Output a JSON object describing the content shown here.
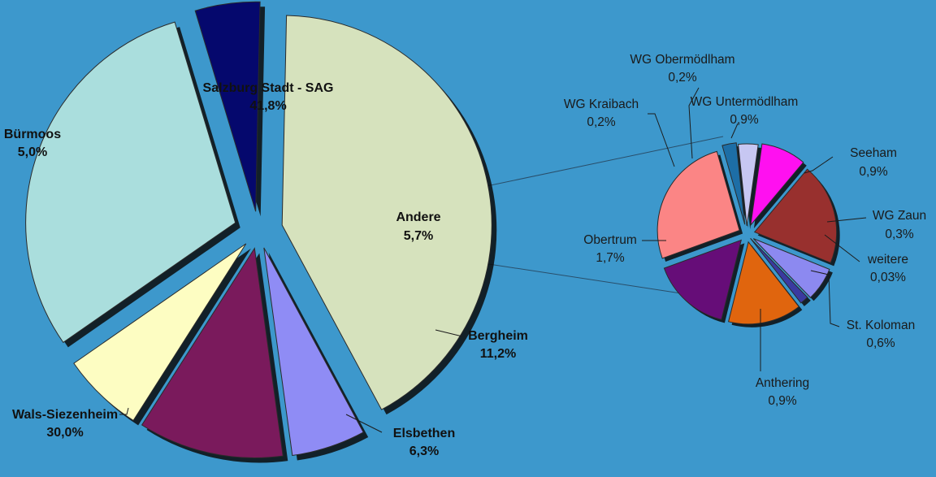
{
  "chart_data": [
    {
      "type": "pie",
      "slices": [
        {
          "name": "Salzburg Stadt - SAG",
          "value_label": "41,8%",
          "value": 41.8,
          "color": "#d6e2bd"
        },
        {
          "name": "Andere",
          "value_label": "5,7%",
          "value": 5.7,
          "color": "#8f8cf5"
        },
        {
          "name": "Bergheim",
          "value_label": "11,2%",
          "value": 11.2,
          "color": "#7a1a5c"
        },
        {
          "name": "Elsbethen",
          "value_label": "6,3%",
          "value": 6.3,
          "color": "#fdfdc2"
        },
        {
          "name": "Wals-Siezenheim",
          "value_label": "30,0%",
          "value": 30.0,
          "color": "#aadedd"
        },
        {
          "name": "Bürmoos",
          "value_label": "5,0%",
          "value": 5.0,
          "color": "#05086d"
        }
      ]
    },
    {
      "type": "pie",
      "slices": [
        {
          "name": "Seeham",
          "value_label": "0,9%",
          "value": 0.9,
          "color": "#98302e"
        },
        {
          "name": "WG Zaun",
          "value_label": "0,3%",
          "value": 0.3,
          "color": "#8c89f0"
        },
        {
          "name": "weitere",
          "value_label": "0,03%",
          "value": 0.03,
          "color": "#3a3aa0"
        },
        {
          "name": "St. Koloman",
          "value_label": "0,6%",
          "value": 0.6,
          "color": "#e0650e"
        },
        {
          "name": "Anthering",
          "value_label": "0,9%",
          "value": 0.9,
          "color": "#660d78"
        },
        {
          "name": "Obertrum",
          "value_label": "1,7%",
          "value": 1.7,
          "color": "#fb8585"
        },
        {
          "name": "WG Kraibach",
          "value_label": "0,2%",
          "value": 0.2,
          "color": "#1d6ea6"
        },
        {
          "name": "WG Obermödlham",
          "value_label": "0,2%",
          "value": 0.2,
          "color": "#c7c7f2"
        },
        {
          "name": "WG Untermödlham",
          "value_label": "0,9%",
          "value": 0.9,
          "color": "#ff10f0"
        }
      ]
    }
  ]
}
